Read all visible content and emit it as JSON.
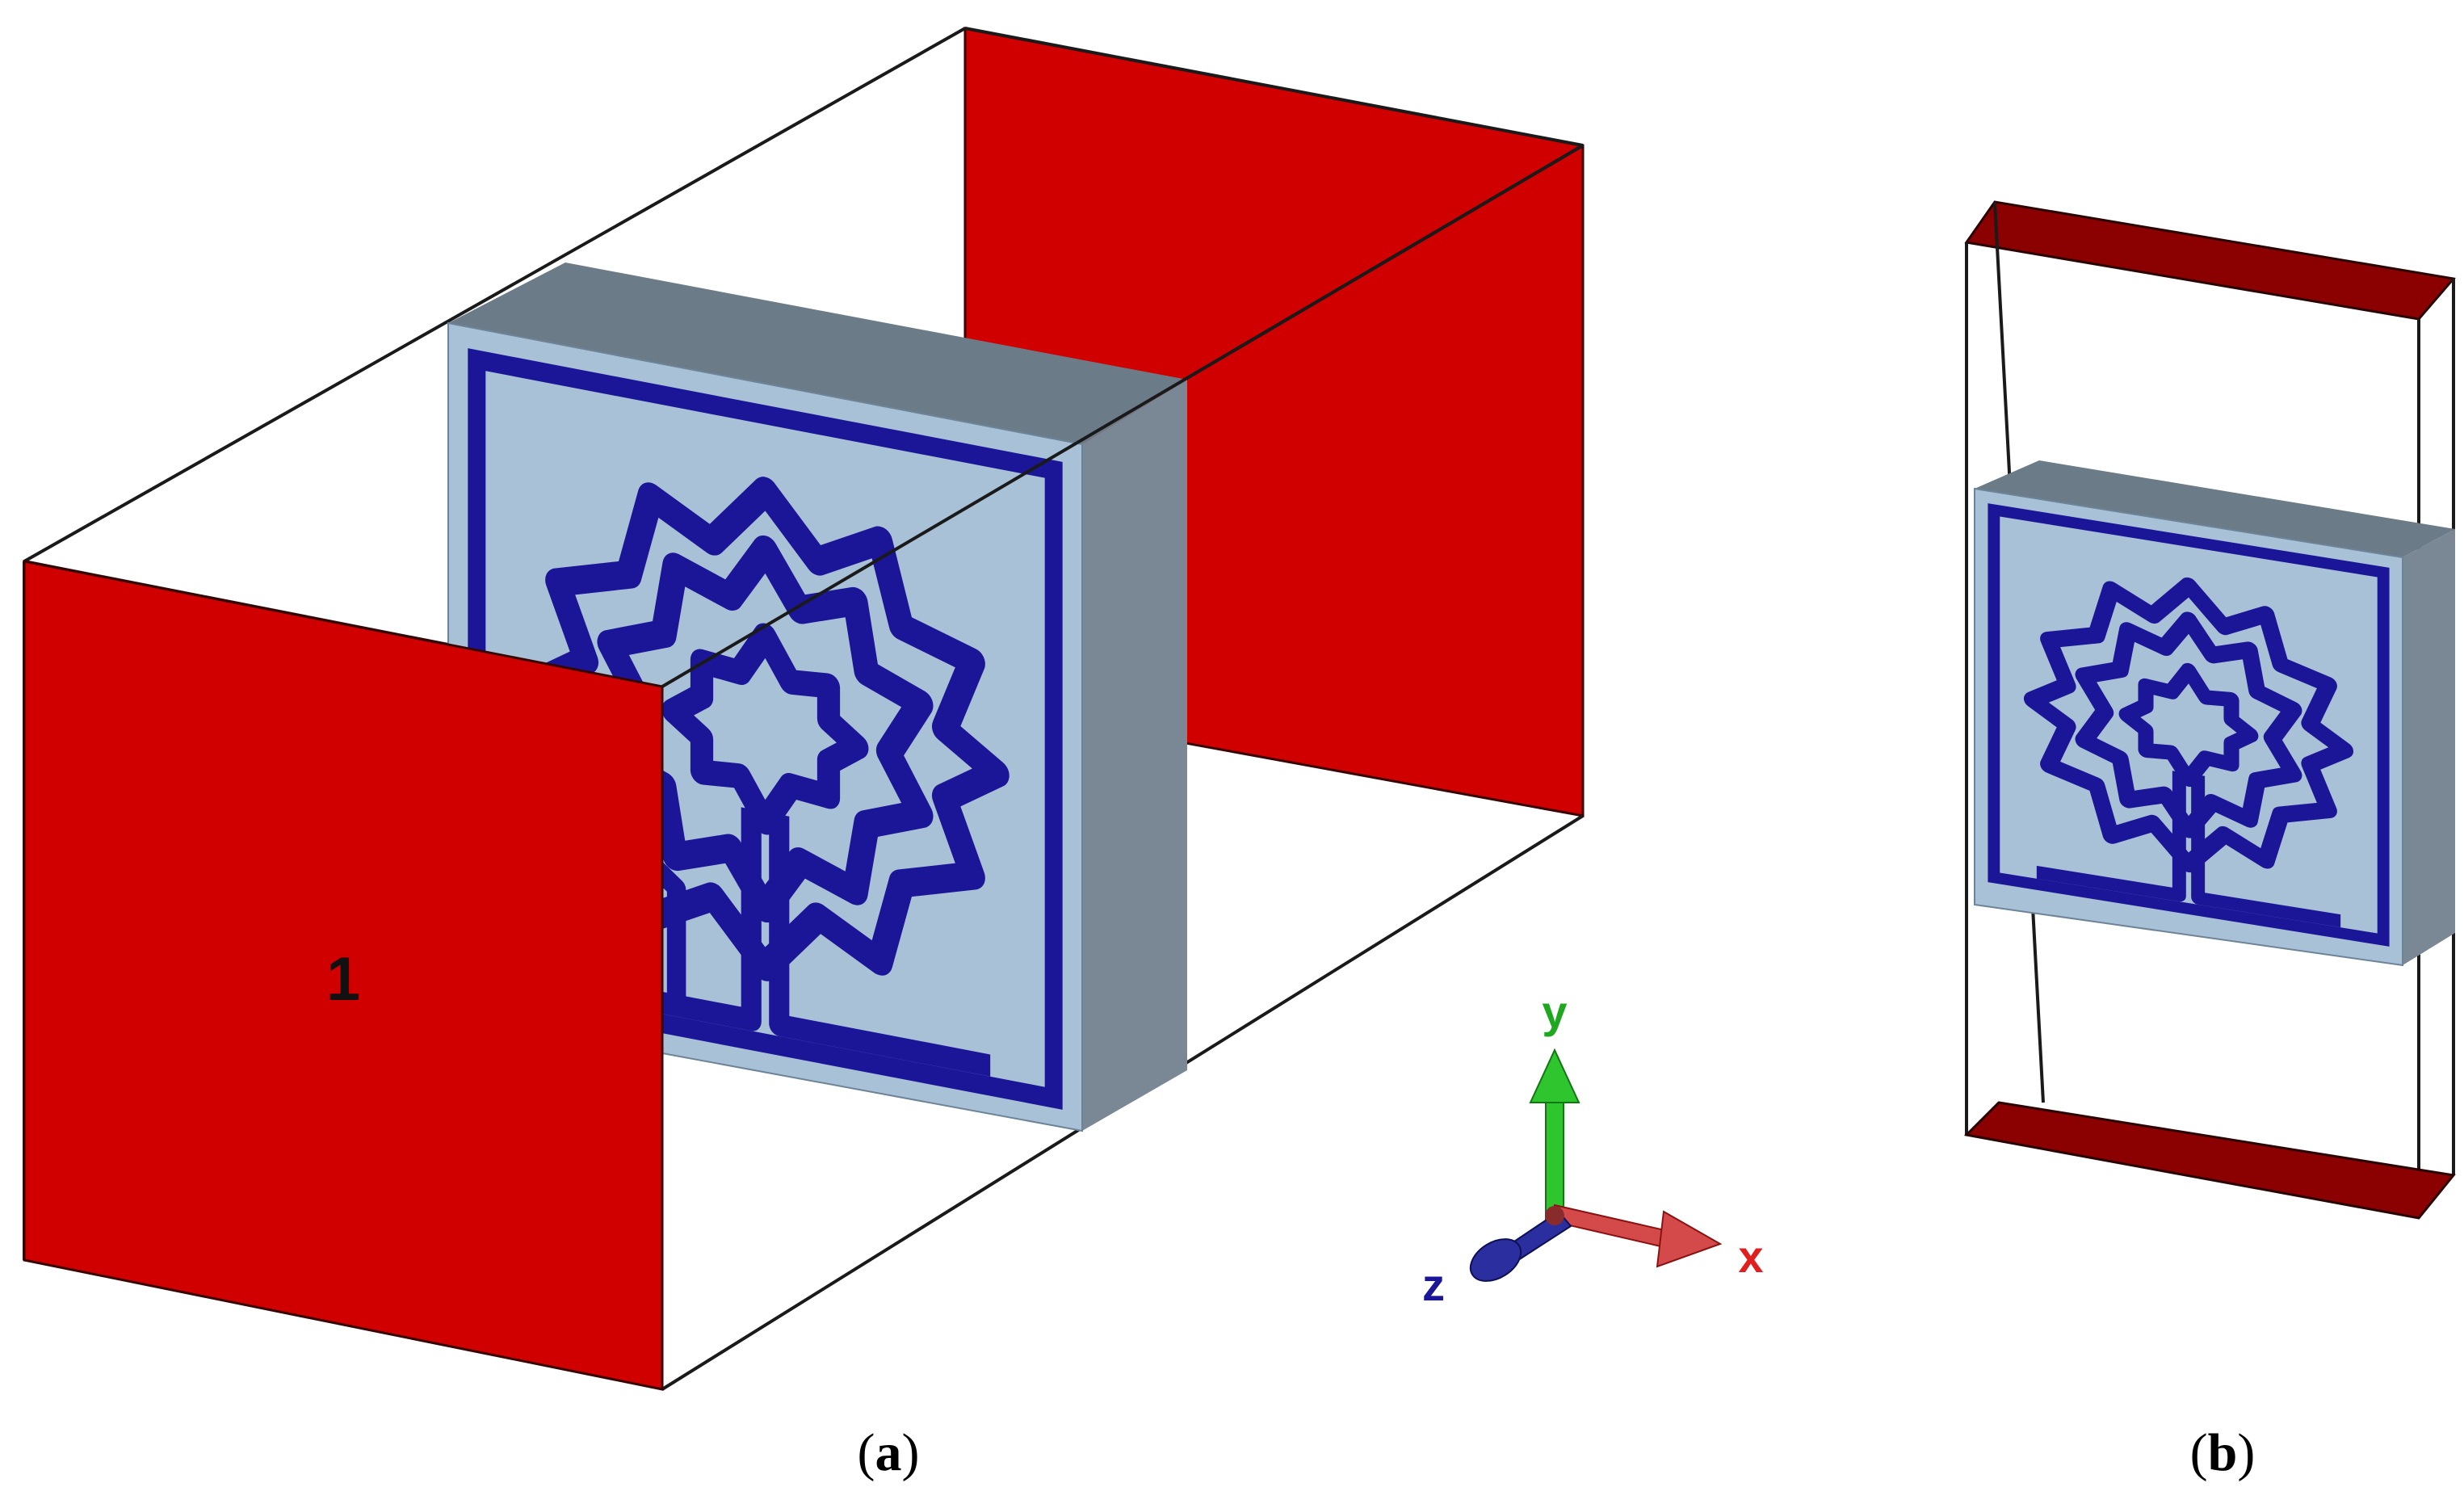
{
  "panel_a": {
    "port_label": "1",
    "caption_open": "(",
    "caption_letter": "a",
    "caption_close": ")"
  },
  "panel_b": {
    "caption_open": "(",
    "caption_letter": "b",
    "caption_close": ")"
  },
  "axes": {
    "x_label": "x",
    "y_label": "y",
    "z_label": "z",
    "x_color": "#e02020",
    "y_color": "#1fa81f",
    "z_color": "#1a1697"
  },
  "colors": {
    "port_face": "#d10000",
    "port_face_dark": "#8b0000",
    "substrate_front": "#a9c1d6",
    "substrate_edge": "#6c7b88",
    "metal_pattern": "#1a1697"
  }
}
